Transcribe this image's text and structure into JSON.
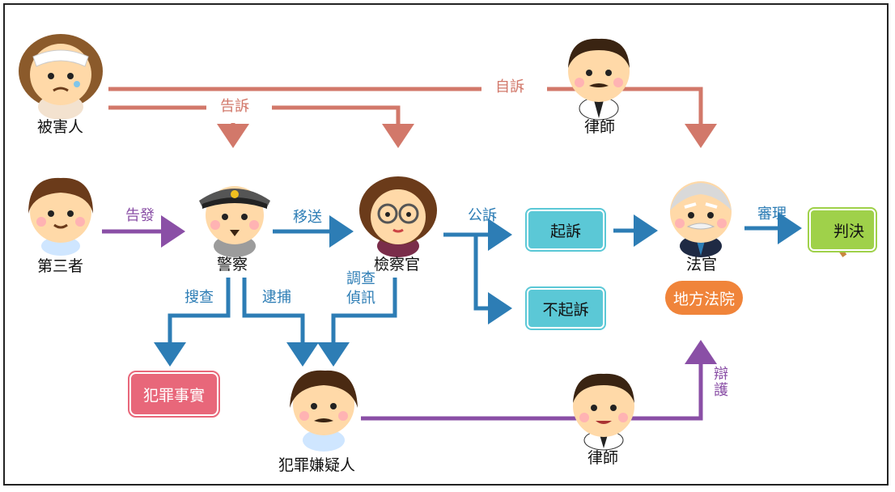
{
  "people": {
    "victim": "被害人",
    "lawyer_top": "律師",
    "third_party": "第三者",
    "police": "警察",
    "prosecutor": "檢察官",
    "judge": "法官",
    "suspect": "犯罪嫌疑人",
    "lawyer_bottom": "律師"
  },
  "flows": {
    "self_sue": "自訴",
    "complain": "告訴",
    "report": "告發",
    "transfer": "移送",
    "public_prosecution": "公訴",
    "trial": "審理",
    "search": "搜查",
    "arrest": "逮捕",
    "investigate_line1": "調查",
    "investigate_line2": "偵訊",
    "defense": "辯護"
  },
  "boxes": {
    "indict": "起訴",
    "not_indict": "不起訴",
    "crime_facts": "犯罪事實",
    "verdict": "判決",
    "district_court": "地方法院"
  },
  "colors": {
    "red_flow": "#d2786a",
    "purple_flow": "#8a4fa6",
    "blue_flow": "#2d7db5",
    "teal_box": "#5bc8d6",
    "pink_box": "#e8677a",
    "green_box": "#9fd14a",
    "orange_badge": "#f0843a"
  }
}
